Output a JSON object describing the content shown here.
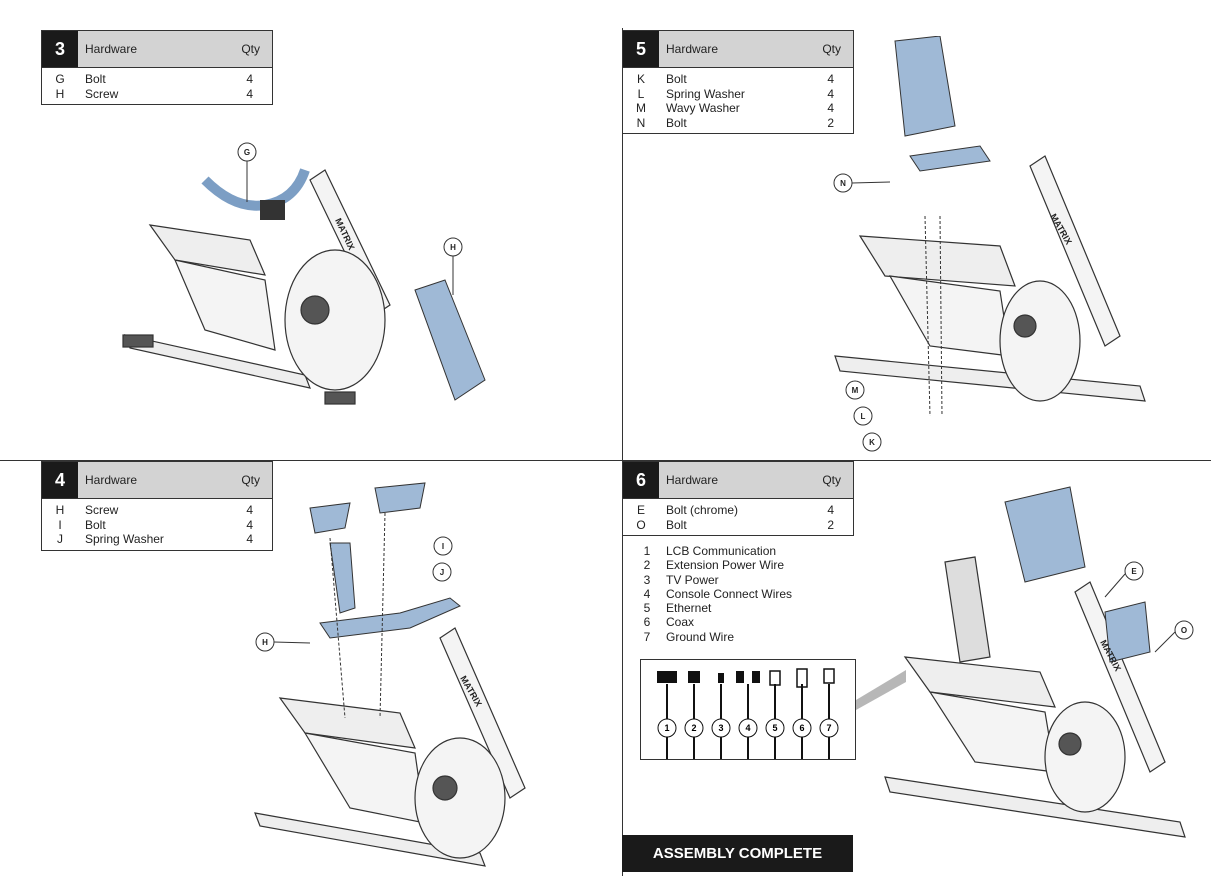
{
  "steps": [
    {
      "number": "3",
      "header": "Hardware",
      "qty_header": "Qty",
      "items": [
        {
          "key": "G",
          "name": "Bolt",
          "qty": "4"
        },
        {
          "key": "H",
          "name": "Screw",
          "qty": "4"
        }
      ]
    },
    {
      "number": "4",
      "header": "Hardware",
      "qty_header": "Qty",
      "items": [
        {
          "key": "H",
          "name": "Screw",
          "qty": "4"
        },
        {
          "key": "I",
          "name": "Bolt",
          "qty": "4"
        },
        {
          "key": "J",
          "name": "Spring Washer",
          "qty": "4"
        }
      ]
    },
    {
      "number": "5",
      "header": "Hardware",
      "qty_header": "Qty",
      "items": [
        {
          "key": "K",
          "name": "Bolt",
          "qty": "4"
        },
        {
          "key": "L",
          "name": "Spring Washer",
          "qty": "4"
        },
        {
          "key": "M",
          "name": "Wavy Washer",
          "qty": "4"
        },
        {
          "key": "N",
          "name": "Bolt",
          "qty": "2"
        }
      ]
    },
    {
      "number": "6",
      "header": "Hardware",
      "qty_header": "Qty",
      "items": [
        {
          "key": "E",
          "name": "Bolt (chrome)",
          "qty": "4"
        },
        {
          "key": "O",
          "name": "Bolt",
          "qty": "2"
        }
      ]
    }
  ],
  "wires": [
    {
      "num": "1",
      "label": "LCB Communication"
    },
    {
      "num": "2",
      "label": "Extension Power Wire"
    },
    {
      "num": "3",
      "label": "TV Power"
    },
    {
      "num": "4",
      "label": "Console Connect Wires"
    },
    {
      "num": "5",
      "label": "Ethernet"
    },
    {
      "num": "6",
      "label": "Coax"
    },
    {
      "num": "7",
      "label": "Ground Wire"
    }
  ],
  "brand": "MATRIX",
  "callouts": {
    "step3": [
      "G",
      "H"
    ],
    "step4": [
      "I",
      "J",
      "H"
    ],
    "step5": [
      "N",
      "M",
      "L",
      "K"
    ],
    "step6": [
      "E",
      "O"
    ]
  },
  "completion_label": "ASSEMBLY COMPLETE",
  "colors": {
    "highlight": "#9fb9d6",
    "dark": "#1a1a1a",
    "header_gray": "#d3d3d3"
  }
}
